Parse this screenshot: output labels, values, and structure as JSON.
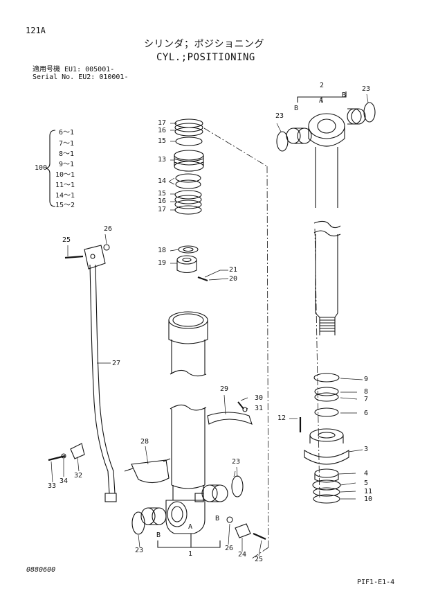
{
  "header": {
    "page_code": "121A",
    "title_jp": "シリンダ；ポジショニング",
    "title_en": "CYL.;POSITIONING",
    "serial_line1": "適用号機  EU1: 005001-",
    "serial_line2": "Serial No. EU2: 010001-"
  },
  "kit": {
    "number": "100",
    "items": [
      "6～1",
      "7～1",
      "8～1",
      "9～1",
      "10～1",
      "11～1",
      "14～1",
      "15～2"
    ]
  },
  "callouts": {
    "n1": "1",
    "n2": "2",
    "n3": "3",
    "n4": "4",
    "n5": "5",
    "n6": "6",
    "n7": "7",
    "n8": "8",
    "n9": "9",
    "n10": "10",
    "n11": "11",
    "n12": "12",
    "n13": "13",
    "n14": "14",
    "n15a": "15",
    "n15b": "15",
    "n16a": "16",
    "n16b": "16",
    "n17a": "17",
    "n17b": "17",
    "n18": "18",
    "n19": "19",
    "n20": "20",
    "n21": "21",
    "n23a": "23",
    "n23b": "23",
    "n23c": "23",
    "n23d": "23",
    "n24": "24",
    "n25a": "25",
    "n25b": "25",
    "n26a": "26",
    "n26b": "26",
    "n27": "27",
    "n28": "28",
    "n29": "29",
    "n30": "30",
    "n31": "31",
    "n32": "32",
    "n33": "33",
    "n34": "34",
    "A_top": "A",
    "B_top_left": "B",
    "B_top_right": "B",
    "A_bot": "A",
    "B_bot_left": "B",
    "B_bot_right": "B"
  },
  "footer": {
    "doc_number": "0880600",
    "page_ref": "PIF1-E1-4"
  }
}
